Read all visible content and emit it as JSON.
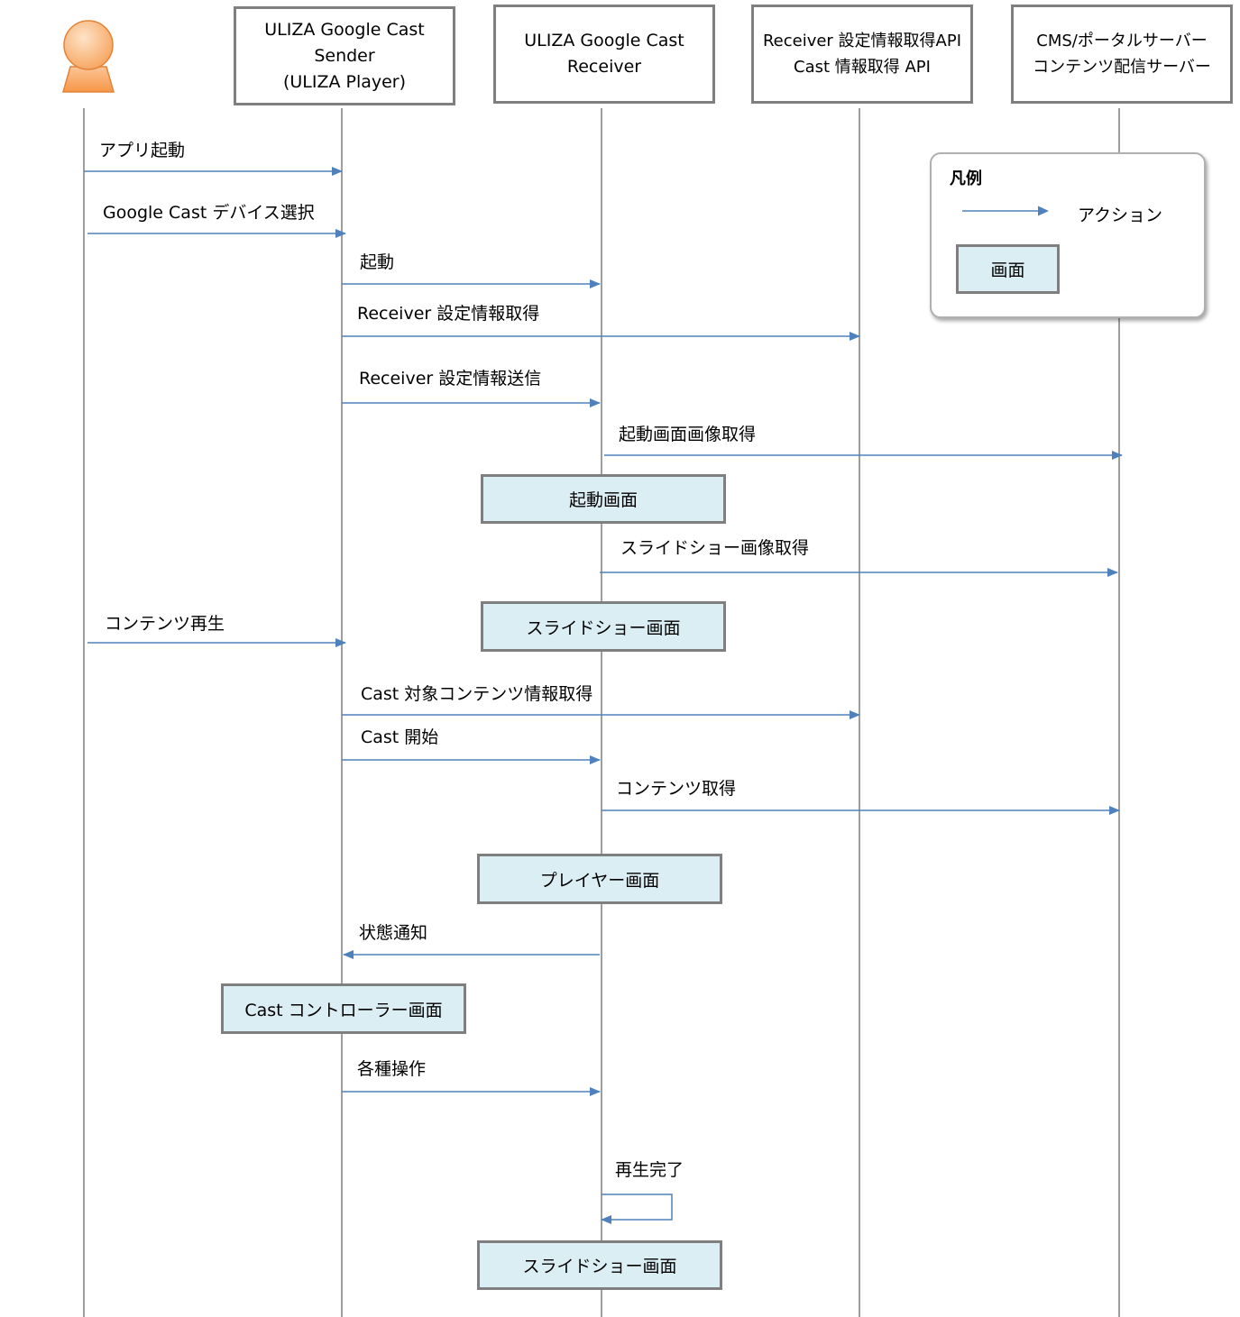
{
  "lanes": [
    {
      "id": "actor",
      "lines": []
    },
    {
      "id": "sender",
      "lines": [
        "ULIZA Google Cast",
        "Sender",
        "(ULIZA Player)"
      ]
    },
    {
      "id": "receiver",
      "lines": [
        "ULIZA Google Cast",
        "Receiver"
      ]
    },
    {
      "id": "api",
      "lines": [
        "Receiver 設定情報取得API",
        "Cast 情報取得 API"
      ]
    },
    {
      "id": "cms",
      "lines": [
        "CMS/ポータルサーバー",
        "コンテンツ配信サーバー"
      ]
    }
  ],
  "messages": [
    {
      "label": "アプリ起動",
      "from": "actor",
      "to": "sender"
    },
    {
      "label": "Google Cast デバイス選択",
      "from": "actor",
      "to": "sender"
    },
    {
      "label": "起動",
      "from": "sender",
      "to": "receiver"
    },
    {
      "label": "Receiver 設定情報取得",
      "from": "sender",
      "to": "api"
    },
    {
      "label": "Receiver 設定情報送信",
      "from": "sender",
      "to": "receiver"
    },
    {
      "label": "起動画面画像取得",
      "from": "receiver",
      "to": "cms"
    },
    {
      "label": "スライドショー画像取得",
      "from": "receiver",
      "to": "cms"
    },
    {
      "label": "コンテンツ再生",
      "from": "actor",
      "to": "sender"
    },
    {
      "label": "Cast 対象コンテンツ情報取得",
      "from": "sender",
      "to": "api"
    },
    {
      "label": "Cast 開始",
      "from": "sender",
      "to": "receiver"
    },
    {
      "label": "コンテンツ取得",
      "from": "receiver",
      "to": "cms"
    },
    {
      "label": "状態通知",
      "from": "receiver",
      "to": "sender"
    },
    {
      "label": "各種操作",
      "from": "sender",
      "to": "receiver"
    },
    {
      "label": "再生完了",
      "from": "receiver",
      "to": "receiver"
    }
  ],
  "screens": [
    {
      "label": "起動画面",
      "lane": "receiver"
    },
    {
      "label": "スライドショー画面",
      "lane": "receiver"
    },
    {
      "label": "プレイヤー画面",
      "lane": "receiver"
    },
    {
      "label": "Cast コントローラー画面",
      "lane": "sender"
    },
    {
      "label": "スライドショー画面",
      "lane": "receiver"
    }
  ],
  "legend": {
    "title": "凡例",
    "action_label": "アクション",
    "screen_label": "画面"
  },
  "colors": {
    "arrow": "#4f81bd",
    "lifeline": "#7f7f7f",
    "screen_fill": "#dbeef3",
    "actor": "#f79646"
  }
}
